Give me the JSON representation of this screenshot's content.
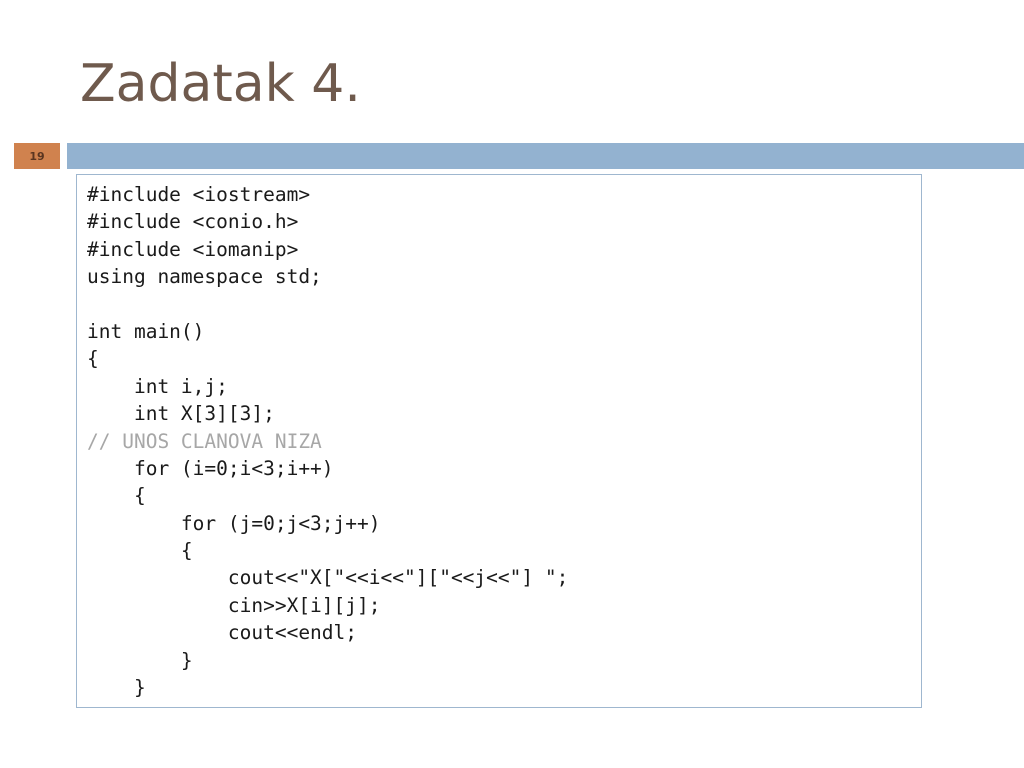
{
  "slide": {
    "title": "Zadatak 4.",
    "page_number": "19",
    "accent_color": "#d0824e",
    "bar_color": "#93b2d0"
  },
  "code": {
    "lines": [
      {
        "text": "#include <iostream>",
        "type": "code"
      },
      {
        "text": "#include <conio.h>",
        "type": "code"
      },
      {
        "text": "#include <iomanip>",
        "type": "code"
      },
      {
        "text": "using namespace std;",
        "type": "code"
      },
      {
        "text": "",
        "type": "code"
      },
      {
        "text": "int main()",
        "type": "code"
      },
      {
        "text": "{",
        "type": "code"
      },
      {
        "text": "    int i,j;",
        "type": "code"
      },
      {
        "text": "    int X[3][3];",
        "type": "code"
      },
      {
        "text": "// UNOS CLANOVA NIZA",
        "type": "comment"
      },
      {
        "text": "    for (i=0;i<3;i++)",
        "type": "code"
      },
      {
        "text": "    {",
        "type": "code"
      },
      {
        "text": "        for (j=0;j<3;j++)",
        "type": "code"
      },
      {
        "text": "        {",
        "type": "code"
      },
      {
        "text": "            cout<<\"X[\"<<i<<\"][\"<<j<<\"] \";",
        "type": "code"
      },
      {
        "text": "            cin>>X[i][j];",
        "type": "code"
      },
      {
        "text": "            cout<<endl;",
        "type": "code"
      },
      {
        "text": "        }",
        "type": "code"
      },
      {
        "text": "    }",
        "type": "code"
      }
    ]
  }
}
